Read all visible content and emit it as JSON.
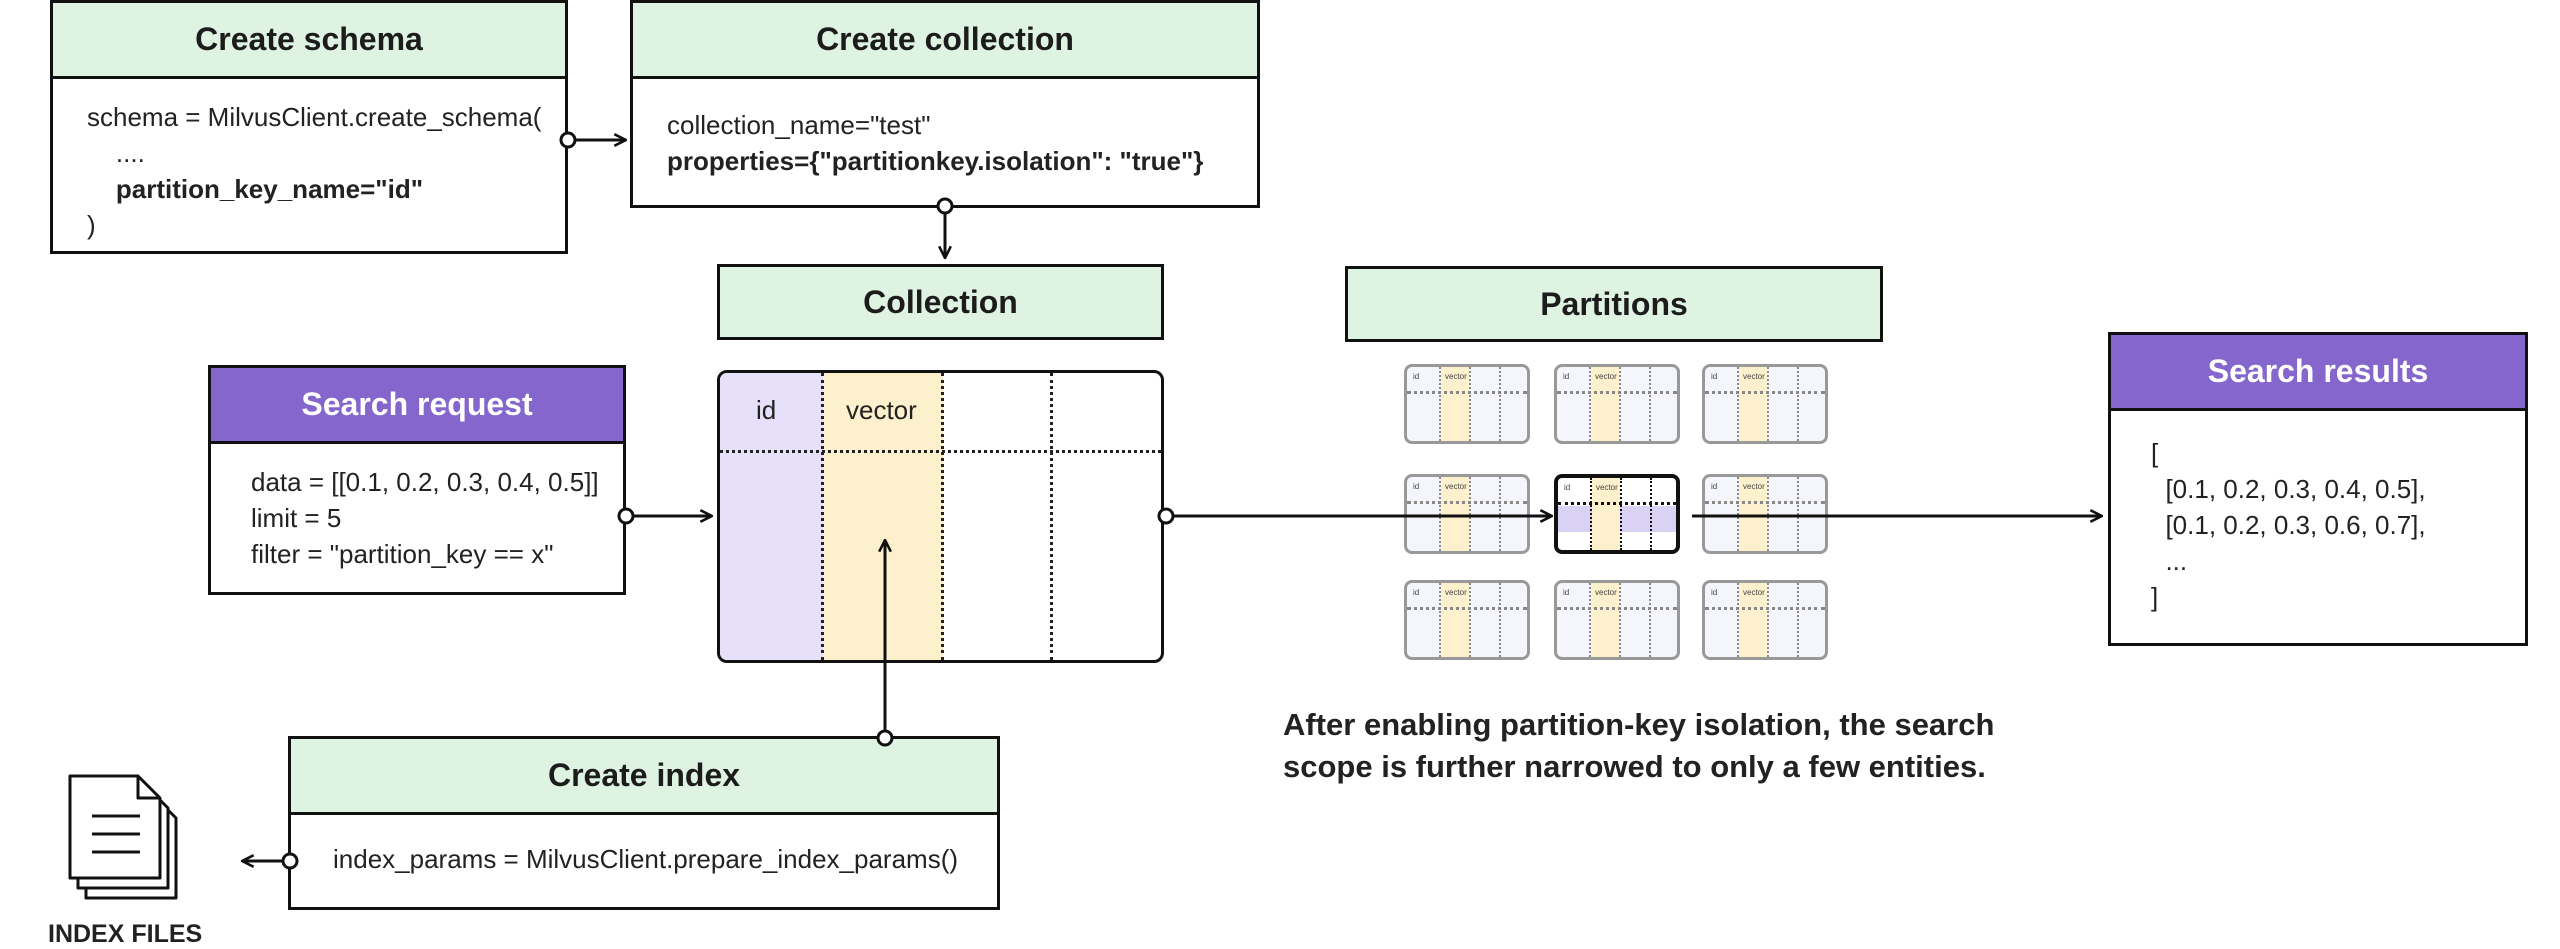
{
  "create_schema": {
    "title": "Create schema",
    "lines": [
      "schema = MilvusClient.create_schema(",
      "    ....",
      "    partition_key_name=\"id\"",
      ")"
    ]
  },
  "create_collection": {
    "title": "Create collection",
    "lines": [
      "collection_name=\"test\"",
      "properties={\"partitionkey.isolation\": \"true\"}"
    ]
  },
  "collection": {
    "title": "Collection",
    "col_id": "id",
    "col_vector": "vector"
  },
  "partitions": {
    "title": "Partitions",
    "mini_id": "id",
    "mini_vector": "vector",
    "active_index": 4
  },
  "search_request": {
    "title": "Search request",
    "lines": [
      "data = [[0.1, 0.2, 0.3, 0.4, 0.5]]",
      "limit = 5",
      "filter = \"partition_key == x\""
    ]
  },
  "search_results": {
    "title": "Search results",
    "lines": [
      "[",
      "  [0.1, 0.2, 0.3, 0.4, 0.5],",
      "  [0.1, 0.2, 0.3, 0.6, 0.7],",
      "  ...",
      "]"
    ]
  },
  "create_index": {
    "title": "Create index",
    "lines": [
      "index_params = MilvusClient.prepare_index_params()"
    ]
  },
  "index_files": {
    "label": "INDEX FILES",
    "icon": "document-stack-icon"
  },
  "note": {
    "lines": [
      "After enabling partition-key isolation, the search",
      "scope is further narrowed to only a few entities."
    ]
  },
  "colors": {
    "green_header": "#dff3e3",
    "purple_header": "#8466cc",
    "id_column": "#e6e0fa",
    "vector_column": "#fdf0cd"
  }
}
